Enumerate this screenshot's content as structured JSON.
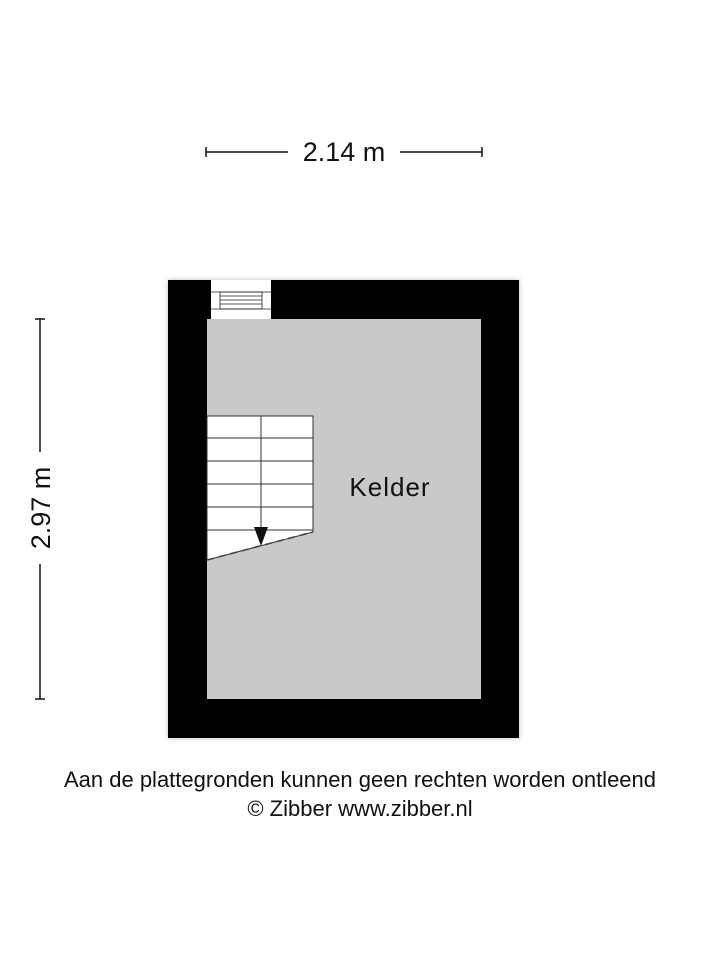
{
  "floorplan": {
    "dimensions": {
      "width_label": "2.14 m",
      "height_label": "2.97 m"
    },
    "rooms": [
      {
        "name": "Kelder",
        "fill": "#c9c9c9"
      }
    ],
    "features": {
      "window": "top wall, left side",
      "stair": "left side, descending arrow"
    },
    "colors": {
      "wall": "#000000",
      "floor": "#c9c9c9",
      "stair": "#ffffff",
      "background": "#ffffff"
    }
  },
  "footer": {
    "disclaimer": "Aan de plattegronden kunnen geen rechten worden ontleend",
    "copyright": "© Zibber www.zibber.nl"
  }
}
